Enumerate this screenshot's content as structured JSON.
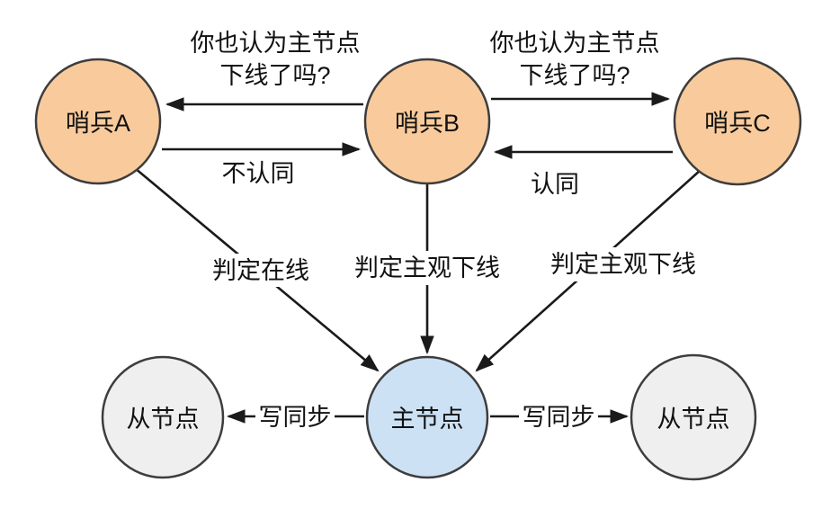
{
  "diagram": {
    "description": "redis-sentinel-failure-detection-diagram",
    "colors": {
      "sentinel_fill": "#F9CB9C",
      "master_fill": "#CDE1F5",
      "slave_fill": "#EFEFEF",
      "node_stroke": "#3D3D3D",
      "arrow_color": "#1A1A1A",
      "text_color": "#111111",
      "background": "#FFFFFF"
    },
    "nodes": {
      "sentinel_a": {
        "label": "哨兵A"
      },
      "sentinel_b": {
        "label": "哨兵B"
      },
      "sentinel_c": {
        "label": "哨兵C"
      },
      "master": {
        "label": "主节点"
      },
      "slave_left": {
        "label": "从节点"
      },
      "slave_right": {
        "label": "从节点"
      }
    },
    "edges": {
      "b_to_a": {
        "label_line1": "你也认为主节点",
        "label_line2": "下线了吗?"
      },
      "a_to_b": {
        "label": "不认同"
      },
      "b_to_c": {
        "label_line1": "你也认为主节点",
        "label_line2": "下线了吗?"
      },
      "c_to_b": {
        "label": "认同"
      },
      "a_to_master": {
        "label": "判定在线"
      },
      "b_to_master": {
        "label": "判定主观下线"
      },
      "c_to_master": {
        "label": "判定主观下线"
      },
      "master_to_slave_left": {
        "label": "写同步"
      },
      "master_to_slave_right": {
        "label": "写同步"
      }
    }
  }
}
